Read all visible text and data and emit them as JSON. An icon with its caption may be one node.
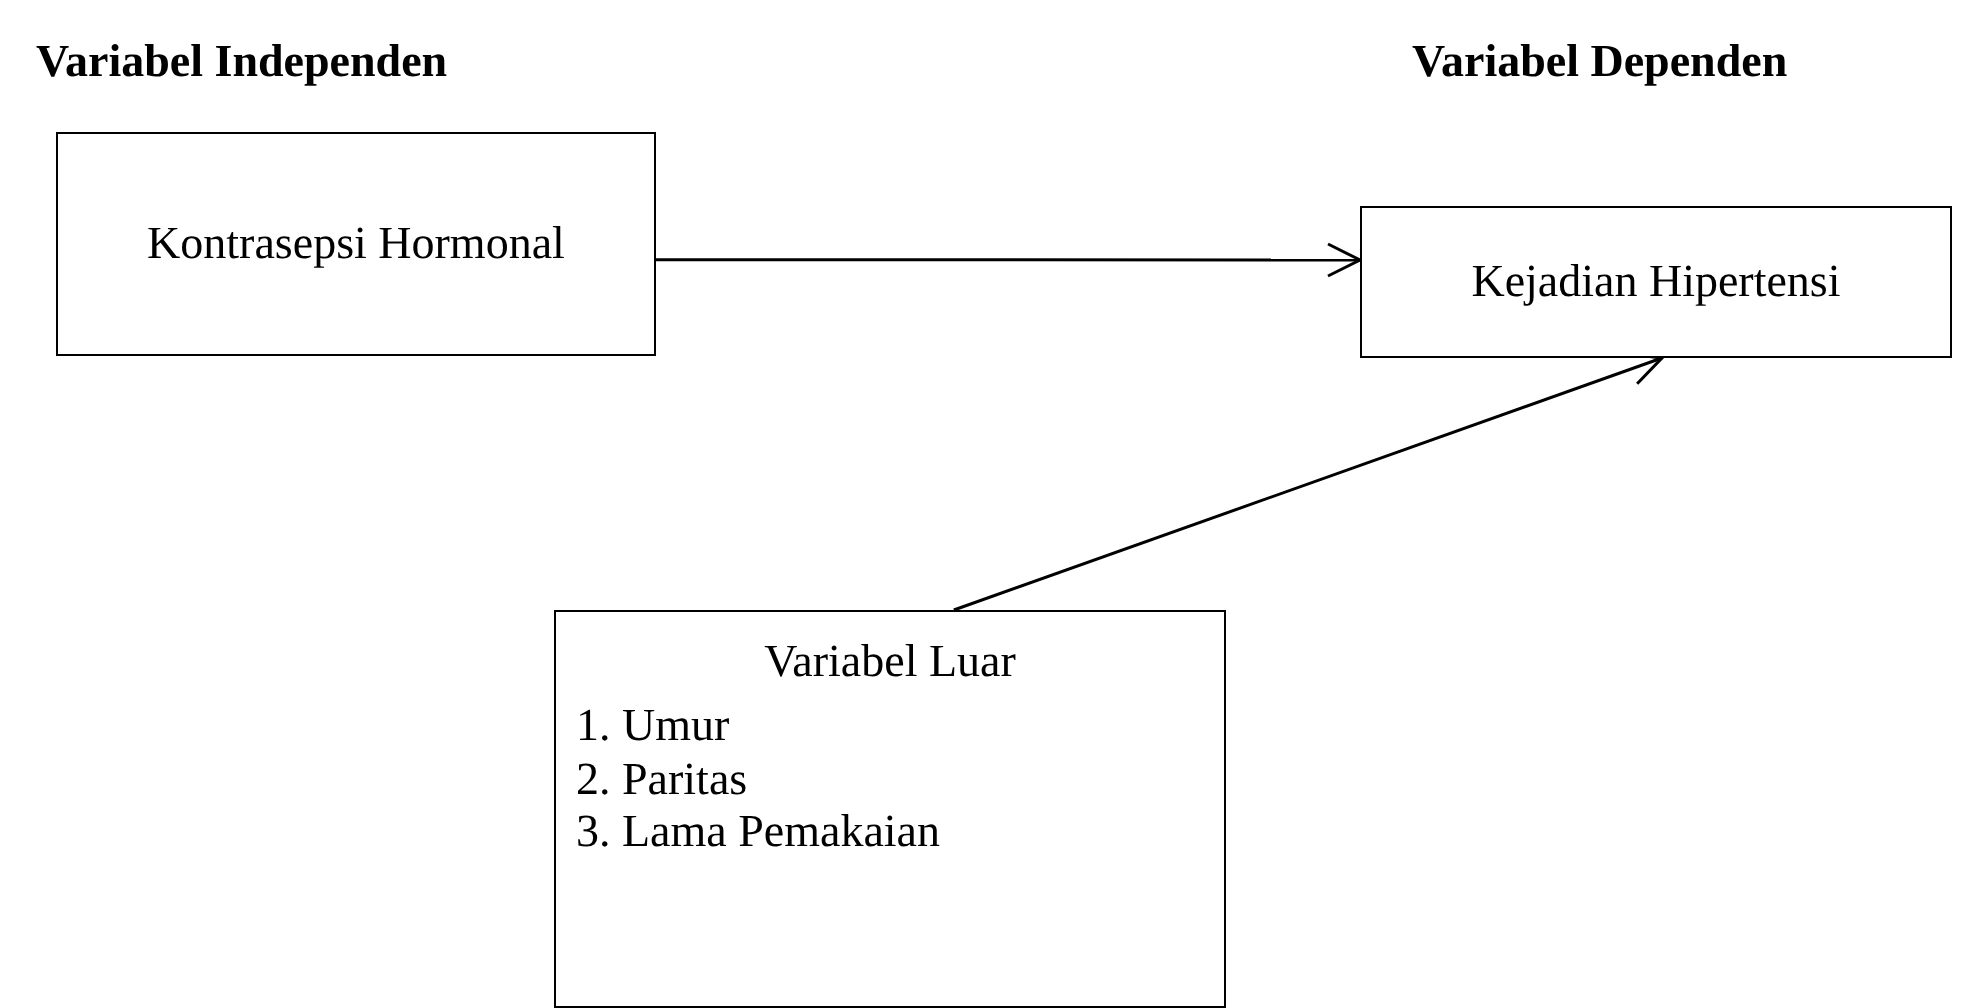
{
  "diagram": {
    "nodes": [
      {
        "text": [
          "Kontrasepsi Hormonal"
        ]
      },
      {
        "text": [
          "Kejadian Hipertensi"
        ]
      },
      {
        "text": [
          "Variabel Luar",
          "1. Umur",
          "2. Paritas",
          "3. Lama Pemakaian"
        ]
      }
    ],
    "edges": [
      {
        "from": 0,
        "to": 1,
        "arrow": "to"
      },
      {
        "from": 2,
        "to": 1,
        "arrow": "to"
      }
    ],
    "labels": [
      "Variabel Independen",
      "Variabel Dependen"
    ]
  }
}
